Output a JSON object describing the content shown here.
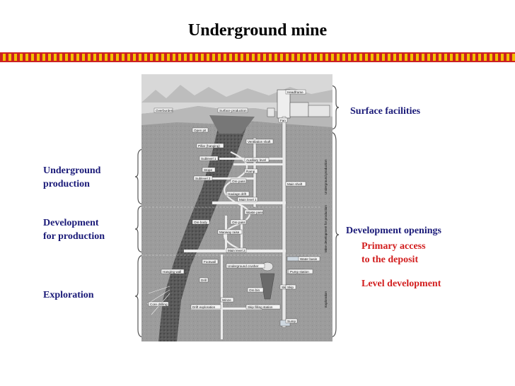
{
  "title": "Underground mine",
  "left_labels": {
    "underground_production": [
      "Underground",
      "production"
    ],
    "development_for_production": [
      "Development",
      "for production"
    ],
    "exploration": "Exploration"
  },
  "right_labels": {
    "surface_facilities": "Surface facilities",
    "development_openings": "Development openings",
    "primary_access": [
      "Primary access",
      "to the deposit"
    ],
    "level_development": "Level development"
  },
  "colors": {
    "navy": "#1a1a78",
    "red": "#d21e1e",
    "band_red": "#cc2222",
    "band_yellow": "#f2c000"
  },
  "figure": {
    "labels": {
      "headframe": "Headframe",
      "overburden": "Overburden",
      "surface_production": "Surface production",
      "fan": "Fan",
      "open_pit": "Open pit",
      "ventilation_shaft": "Ventilation shaft",
      "pillar": "Pillar (hanging)",
      "sublevel_1": "Sublevel 1",
      "auxiliary_level": "Auxiliary level",
      "stope": "Stope",
      "ramp": "Ramp",
      "sublevel_2": "Sublevel 2",
      "ore_pass_1": "Ore pass",
      "haulage_drift": "Haulage drift",
      "main_level_1": "Main level 1",
      "main_shaft": "Main shaft",
      "waste_pass": "Waste pass",
      "ore_body": "Ore body",
      "ore_pass_2": "Ore pass",
      "manway_raise": "Manway raise",
      "main_level_2": "Main level 2",
      "water_basin": "Water basin",
      "footwall": "Footwall",
      "underground_crusher": "Underground crusher",
      "pump_station": "Pump station",
      "hanging_wall": "Hanging wall",
      "drill": "Drill",
      "ore_bin": "Ore bin",
      "skip_1": "Skip",
      "skip_2": "Skip",
      "winze": "Winze",
      "core_drilling": "Core drilling",
      "drift_exploration": "Drift exploration",
      "skip_filling_station": "Skip filling station",
      "sump": "Sump",
      "side_underground_production": "Underground production",
      "side_mine_development": "Mine development for production",
      "side_exploration": "Exploration"
    }
  }
}
